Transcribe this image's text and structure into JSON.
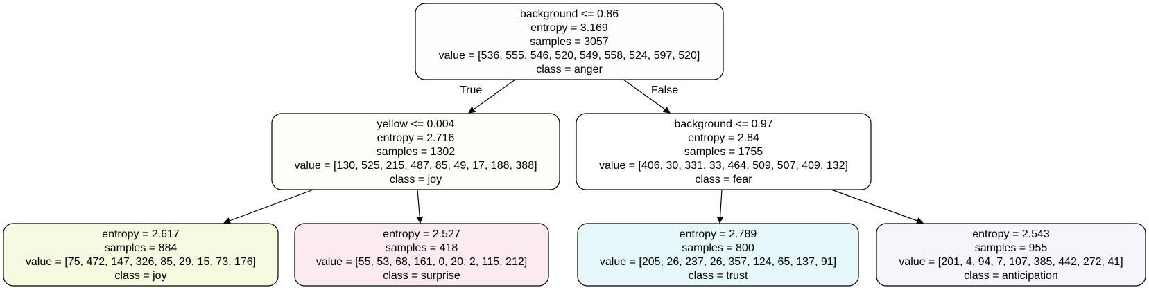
{
  "tree": {
    "nodes": [
      {
        "id": "root",
        "fill": "#fdfdfd",
        "lines": [
          "background <= 0.86",
          "entropy = 3.169",
          "samples = 3057",
          "value = [536, 555, 546, 520, 549, 558, 524, 597, 520]",
          "class = anger"
        ]
      },
      {
        "id": "left",
        "fill": "#fdfef8",
        "lines": [
          "yellow <= 0.004",
          "entropy = 2.716",
          "samples = 1302",
          "value = [130, 525, 215, 487, 85, 49, 17, 188, 388]",
          "class = joy"
        ]
      },
      {
        "id": "right",
        "fill": "#ffffff",
        "lines": [
          "background <= 0.97",
          "entropy = 2.84",
          "samples = 1755",
          "value = [406, 30, 331, 33, 464, 509, 507, 409, 132]",
          "class = fear"
        ]
      },
      {
        "id": "ll",
        "fill": "#f7f9e1",
        "lines": [
          "entropy = 2.617",
          "samples = 884",
          "value = [75, 472, 147, 326, 85, 29, 15, 73, 176]",
          "class = joy"
        ]
      },
      {
        "id": "lr",
        "fill": "#fbebef",
        "lines": [
          "entropy = 2.527",
          "samples = 418",
          "value = [55, 53, 68, 161, 0, 20, 2, 115, 212]",
          "class = surprise"
        ]
      },
      {
        "id": "rl",
        "fill": "#e6f8fa",
        "lines": [
          "entropy = 2.789",
          "samples = 800",
          "value = [205, 26, 237, 26, 357, 124, 65, 137, 91]",
          "class = trust"
        ]
      },
      {
        "id": "rr",
        "fill": "#f7f5fc",
        "lines": [
          "entropy = 2.543",
          "samples = 955",
          "value = [201, 4, 94, 7, 107, 385, 442, 272, 41]",
          "class = anticipation"
        ]
      }
    ],
    "edges": [
      {
        "from": "root",
        "to": "left",
        "label": "True"
      },
      {
        "from": "root",
        "to": "right",
        "label": "False"
      },
      {
        "from": "left",
        "to": "ll",
        "label": ""
      },
      {
        "from": "left",
        "to": "lr",
        "label": ""
      },
      {
        "from": "right",
        "to": "rl",
        "label": ""
      },
      {
        "from": "right",
        "to": "rr",
        "label": ""
      }
    ]
  }
}
